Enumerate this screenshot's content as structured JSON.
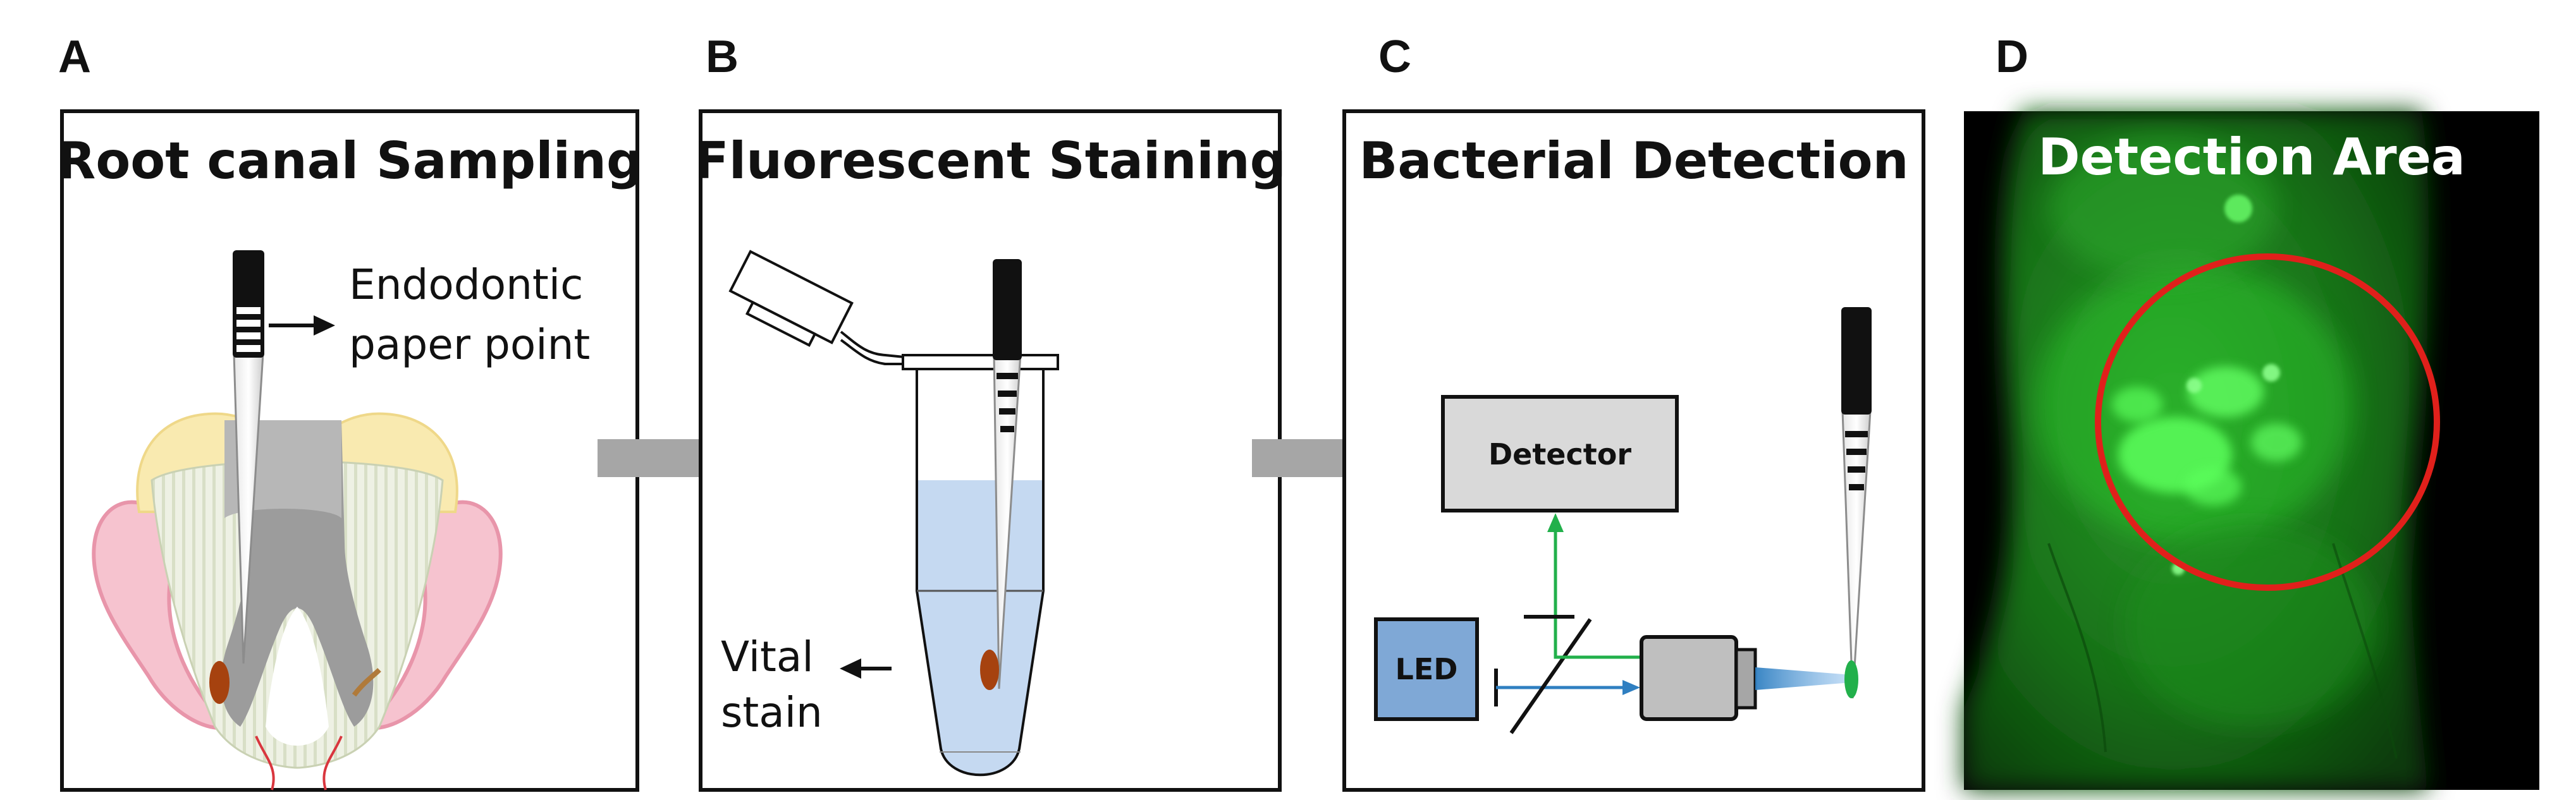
{
  "panels": [
    {
      "letter": "A",
      "title": "Root canal Sampling"
    },
    {
      "letter": "B",
      "title": "Fluorescent Staining"
    },
    {
      "letter": "C",
      "title": "Bacterial Detection"
    },
    {
      "letter": "D",
      "title": "Detection Area"
    }
  ],
  "annotations": {
    "paper_point_line1": "Endodontic",
    "paper_point_line2": "paper point",
    "vital_stain_line1": "Vital",
    "vital_stain_line2": "stain"
  },
  "optics": {
    "detector_label": "Detector",
    "led_label": "LED"
  },
  "colors": {
    "flow_arrow": "#a6a6a6",
    "emission_path": "#22b04b",
    "excitation_path": "#2f7fc1",
    "led_box": "#7fa8d6",
    "detector_box": "#d9d9d9",
    "fluorescence": "#2fd62f",
    "detection_circle": "#e0201b",
    "stain_liquid": "#c5d9f1",
    "sample_tip": "#a6420f"
  },
  "icons": [
    "flow-arrow-icon",
    "paper-point-icon",
    "tooth-icon",
    "tube-icon",
    "objective-lens-icon",
    "beam-splitter-icon"
  ]
}
